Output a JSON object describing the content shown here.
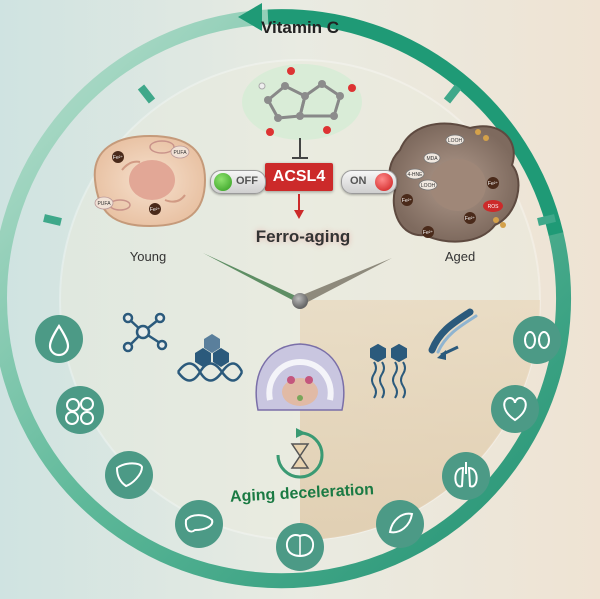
{
  "title": "Vitamin C",
  "target": "ACSL4",
  "process": "Ferro-aging",
  "switches": {
    "off_label": "OFF",
    "on_label": "ON"
  },
  "young_label": "Young",
  "aged_label": "Aged",
  "outcome": "Aging deceleration",
  "young_cell_labels": [
    "Fe²⁺",
    "PUFA",
    "PUFA",
    "Fe²⁺"
  ],
  "aged_cell_labels": [
    "MDA",
    "LOOH",
    "4-HNE",
    "LOOH",
    "Fe²⁺",
    "Fe²⁺",
    "Fe²⁺",
    "ROS",
    "Fe²⁺"
  ],
  "organ_icons": [
    "blood-drop-icon",
    "cells-icon",
    "liver-icon",
    "pancreas-icon",
    "brain-icon",
    "muscle-icon",
    "lungs-icon",
    "heart-icon",
    "kidneys-icon"
  ],
  "center_icons": [
    "molecule-network-icon",
    "dna-hexagon-icon",
    "brain-section-icon",
    "lipid-membrane-icon",
    "chromosome-icon",
    "hourglass-icon"
  ],
  "colors": {
    "ring": "#2e9e7b",
    "acsl4": "#cc2a2a",
    "outcome_text": "#1a7a43",
    "icon_circle": "#4c9a86",
    "clock_hand_left": "#5e8e64",
    "clock_hand_right": "#8e8a7c"
  }
}
